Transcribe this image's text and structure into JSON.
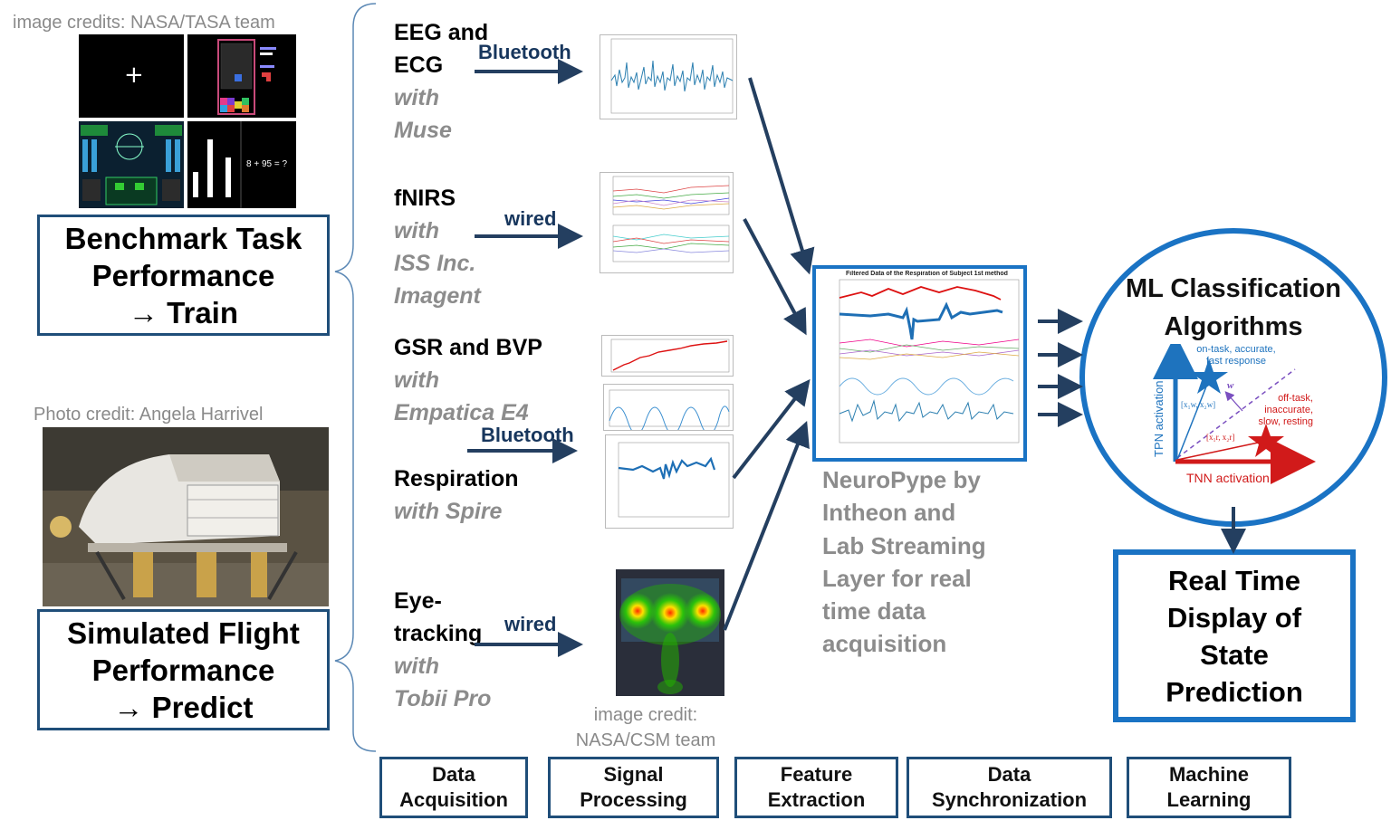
{
  "left": {
    "credit_top": "image credits: NASA/TASA team",
    "benchmark_lines": [
      "Benchmark Task",
      "Performance",
      "→ Train"
    ],
    "task_math": "8 + 95 = ?",
    "credit_photo": "Photo credit: Angela Harrivel",
    "simulated_lines": [
      "Simulated Flight",
      "Performance",
      "→ Predict"
    ]
  },
  "sensors": {
    "eeg": {
      "lines_bold": [
        "EEG and",
        "ECG"
      ],
      "lines_italic": [
        "with",
        "Muse"
      ],
      "link": "Bluetooth"
    },
    "fnirs": {
      "lines_bold": [
        "fNIRS"
      ],
      "lines_italic": [
        "with",
        "ISS Inc.",
        "Imagent"
      ],
      "link": "wired"
    },
    "gsr": {
      "lines_bold": [
        "GSR and BVP"
      ],
      "lines_italic": [
        "with",
        "Empatica E4"
      ],
      "link": "Bluetooth"
    },
    "resp": {
      "lines_bold": [
        "Respiration"
      ],
      "lines_italic": [
        "with Spire"
      ]
    },
    "eye": {
      "lines_bold": [
        "Eye-",
        "tracking"
      ],
      "lines_italic": [
        "with",
        "Tobii Pro"
      ],
      "link": "wired"
    }
  },
  "eye_credit": [
    "image credit:",
    "NASA/CSM team"
  ],
  "center_plot": {
    "title": "Filtered Data of the Respiration of Subject 1st method"
  },
  "neuropype_lines": [
    "NeuroPype by",
    "Intheon and",
    "Lab Streaming",
    "Layer for real",
    "time data",
    "acquisition"
  ],
  "ml": {
    "title_lines": [
      "ML Classification",
      "Algorithms"
    ],
    "on_task_lines": [
      "on-task, accurate,",
      "fast response"
    ],
    "off_task_lines": [
      "off-task,",
      "inaccurate,",
      "slow, resting"
    ],
    "tpn_label": "TPN activation",
    "tnn_label": "TNN activation",
    "w_label": "w",
    "x1w": "[x₁w, x₂w]",
    "x1r": "[x₁r, x₂r]",
    "color_blue": "#1e73be",
    "color_red": "#d11a1a"
  },
  "realtime_lines": [
    "Real Time",
    "Display of",
    "State",
    "Prediction"
  ],
  "stages": [
    {
      "lines": [
        "Data",
        "Acquisition"
      ]
    },
    {
      "lines": [
        "Signal",
        "Processing"
      ]
    },
    {
      "lines": [
        "Feature",
        "Extraction"
      ]
    },
    {
      "lines": [
        "Data",
        "Synchronization"
      ]
    },
    {
      "lines": [
        "Machine",
        "Learning"
      ]
    }
  ],
  "colors": {
    "navy": "#1f4e79",
    "dark_navy": "#17365d",
    "grey_text": "#8c8c8c",
    "frame_blue": "#1a73c4"
  }
}
